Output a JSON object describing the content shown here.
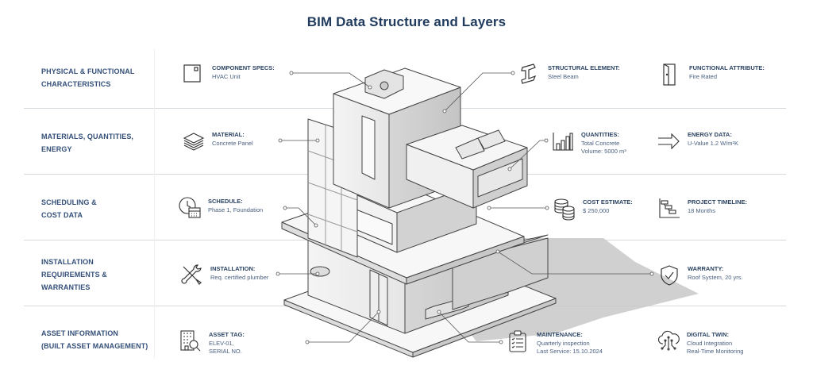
{
  "title": "BIM Data Structure and Layers",
  "layers": [
    {
      "label_line1": "PHYSICAL & FUNCTIONAL",
      "label_line2": "CHARACTERISTICS",
      "label_line3": ""
    },
    {
      "label_line1": "MATERIALS, QUANTITIES,",
      "label_line2": "ENERGY",
      "label_line3": ""
    },
    {
      "label_line1": "SCHEDULING &",
      "label_line2": "COST DATA",
      "label_line3": ""
    },
    {
      "label_line1": "INSTALLATION",
      "label_line2": "REQUIREMENTS &",
      "label_line3": "WARRANTIES"
    },
    {
      "label_line1": "ASSET INFORMATION",
      "label_line2": "(BUILT ASSET MANAGEMENT)",
      "label_line3": ""
    }
  ],
  "items": {
    "component_specs": {
      "icon": "hvac-box-icon",
      "label": "COMPONENT SPECS:",
      "lines": [
        "HVAC Unit"
      ]
    },
    "structural_element": {
      "icon": "steel-beam-icon",
      "label": "STRUCTURAL ELEMENT:",
      "lines": [
        "Steel Beam"
      ]
    },
    "functional_attribute": {
      "icon": "door-icon",
      "label": "FUNCTIONAL ATTRIBUTE:",
      "lines": [
        "Fire Rated"
      ]
    },
    "material": {
      "icon": "layers-icon",
      "label": "MATERIAL:",
      "lines": [
        "Concrete Panel"
      ]
    },
    "quantities": {
      "icon": "bar-chart-icon",
      "label": "QUANTITIES:",
      "lines": [
        "Total Concrete",
        "Volume: 5000 m³"
      ]
    },
    "energy_data": {
      "icon": "arrow-right-icon",
      "label": "ENERGY DATA:",
      "lines": [
        "U-Value 1.2 W/m²K"
      ]
    },
    "schedule": {
      "icon": "clock-calendar-icon",
      "label": "SCHEDULE:",
      "lines": [
        "Phase 1, Foundation"
      ]
    },
    "cost_estimate": {
      "icon": "coins-icon",
      "label": "COST ESTIMATE:",
      "lines": [
        "$ 250,000"
      ]
    },
    "project_timeline": {
      "icon": "gantt-icon",
      "label": "PROJECT TIMELINE:",
      "lines": [
        "18 Months"
      ]
    },
    "installation": {
      "icon": "wrench-screwdriver-icon",
      "label": "INSTALLATION:",
      "lines": [
        "Req. certified plumber"
      ]
    },
    "warranty": {
      "icon": "shield-check-icon",
      "label": "WARRANTY:",
      "lines": [
        "Roof System, 20 yrs."
      ]
    },
    "asset_tag": {
      "icon": "building-search-icon",
      "label": "ASSET TAG:",
      "lines": [
        "ELEV-01,",
        "SERIAL NO."
      ]
    },
    "maintenance": {
      "icon": "clipboard-checklist-icon",
      "label": "MAINTENANCE:",
      "lines": [
        "Quarterly inspection",
        "Last Service: 15.10.2024"
      ]
    },
    "digital_twin": {
      "icon": "cloud-network-icon",
      "label": "DIGITAL TWIN:",
      "lines": [
        "Cloud Integration",
        "Real-Time Monitoring"
      ]
    }
  }
}
